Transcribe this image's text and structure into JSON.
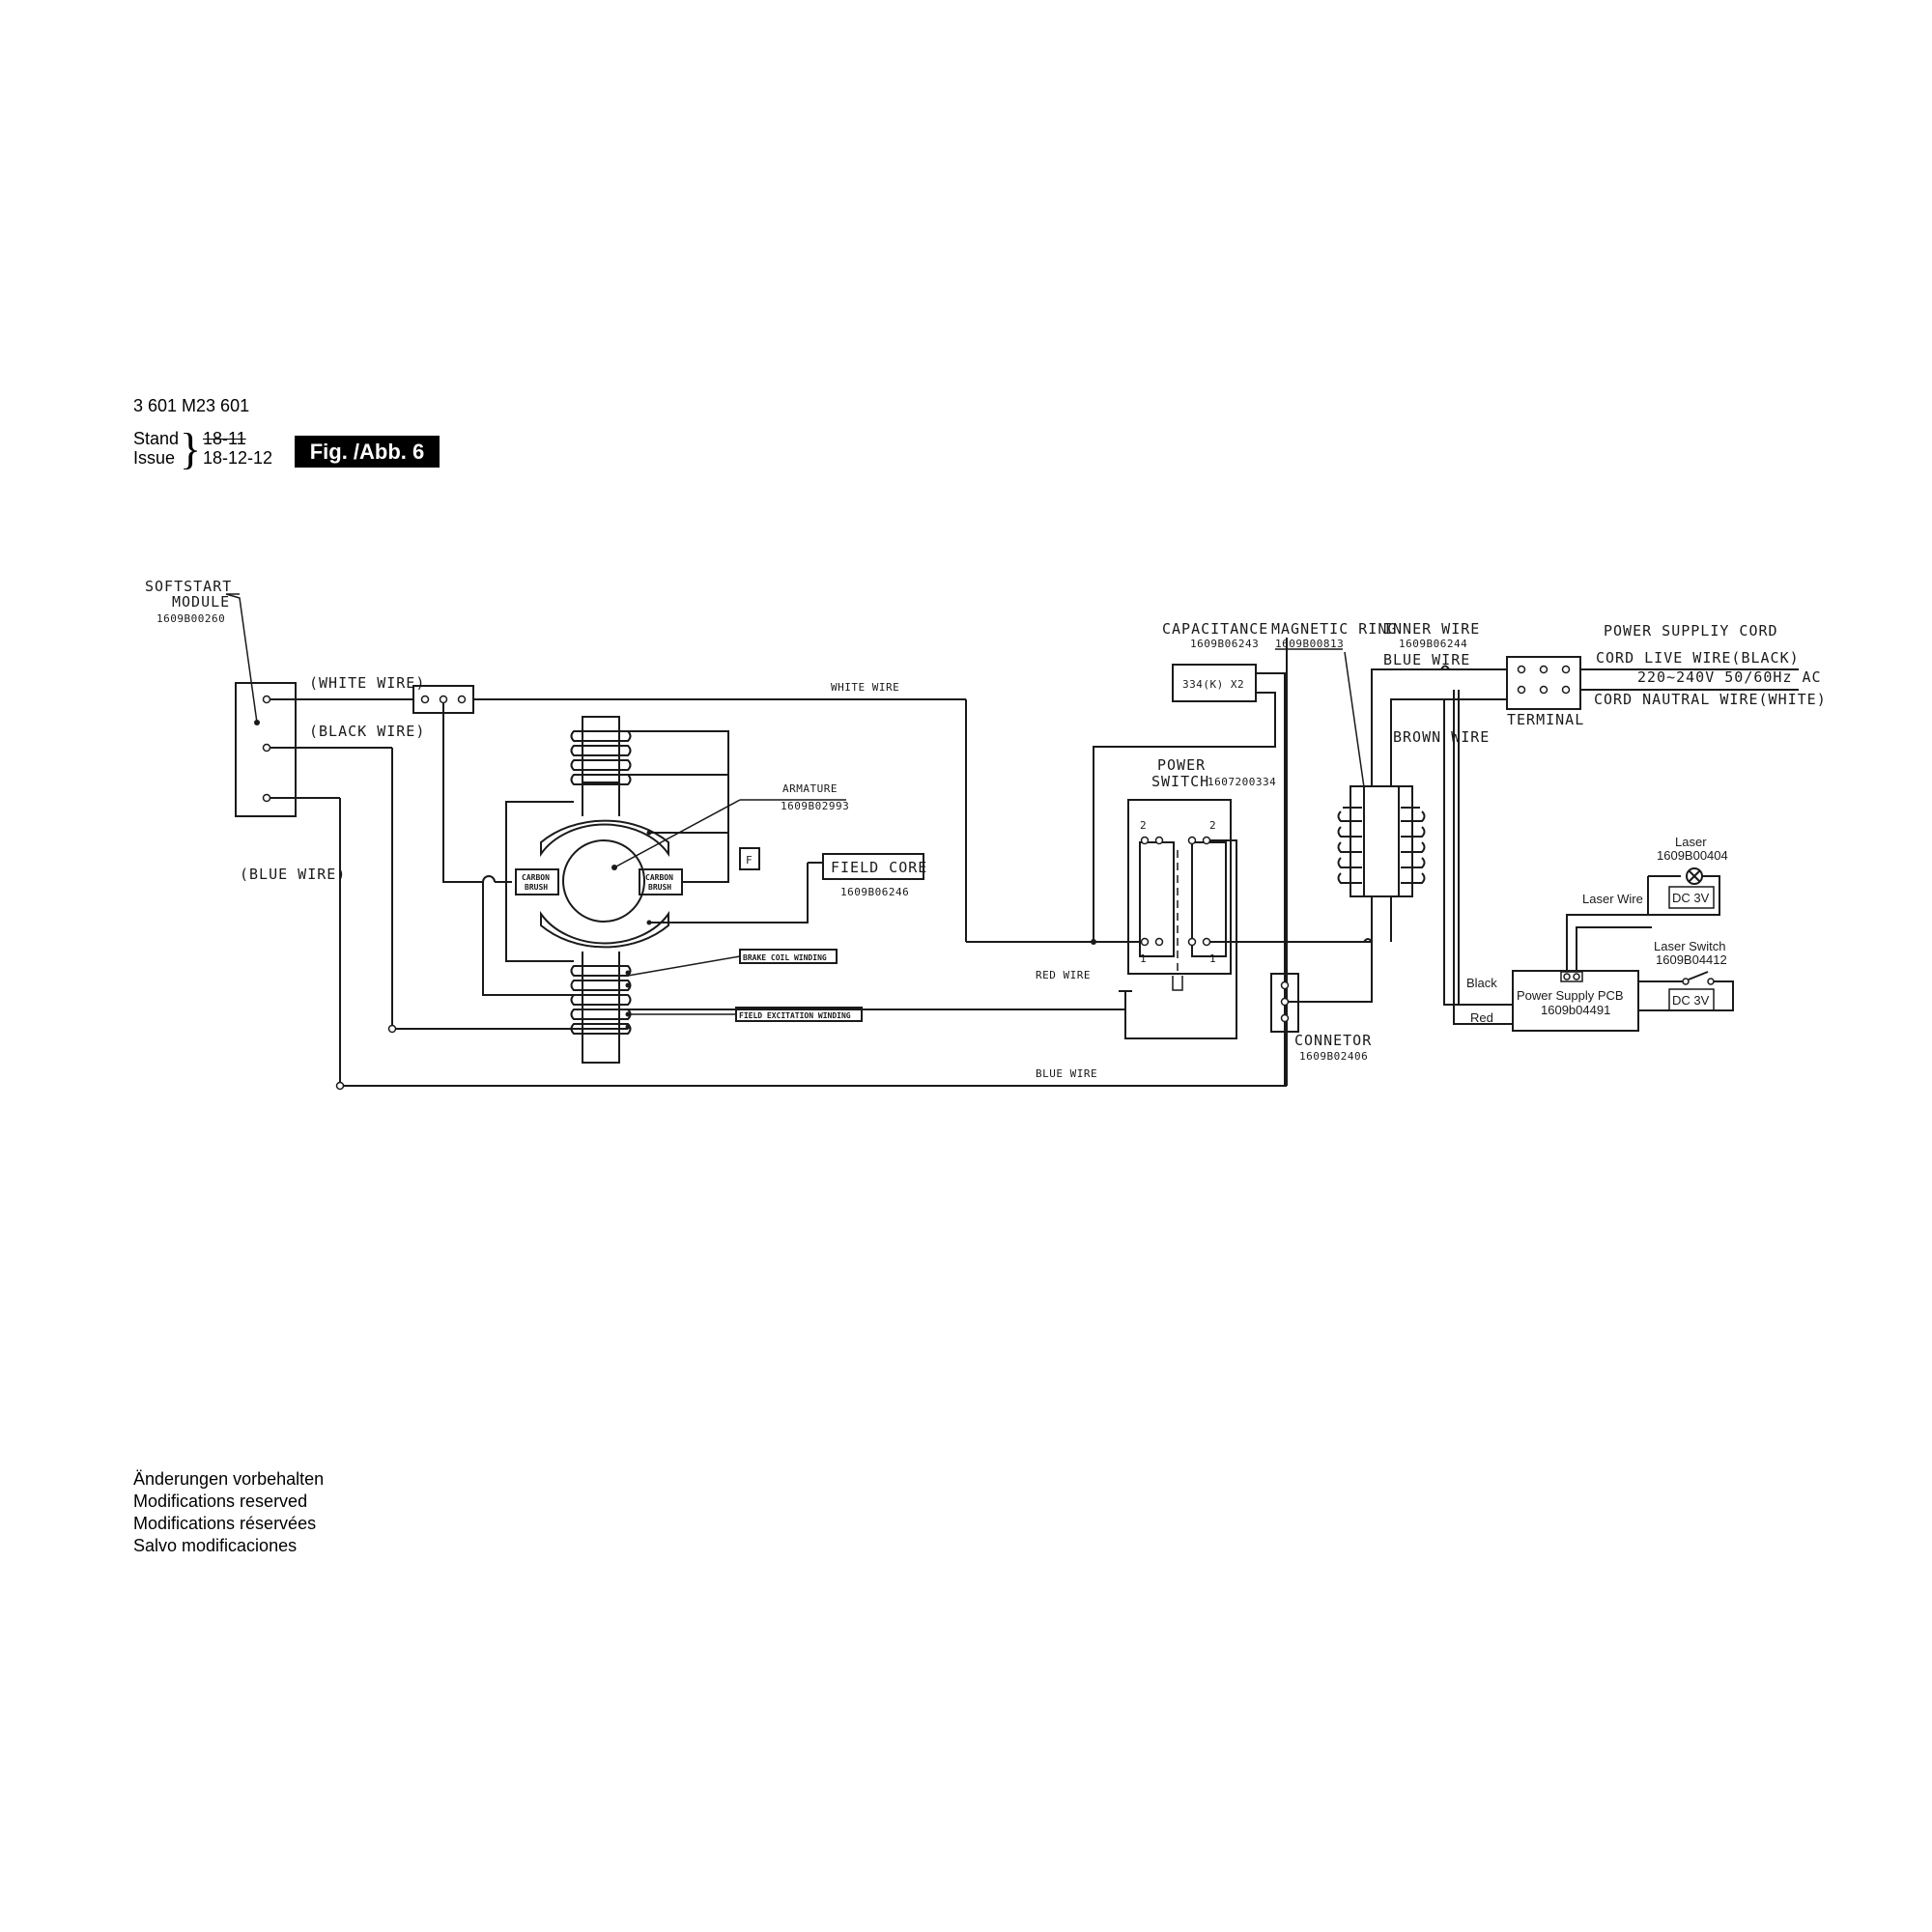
{
  "header": {
    "part_number": "3 601 M23 601",
    "stand_label": "Stand",
    "issue_label": "Issue",
    "stand_old": "18-11",
    "issue_date": "18-12-12",
    "figure": "Fig. /Abb. 6"
  },
  "labels": {
    "softstart_1": "SOFTSTART",
    "softstart_2": "MODULE",
    "softstart_part": "1609B00260",
    "white_wire_paren": "(WHITE WIRE)",
    "black_wire_paren": "(BLACK WIRE)",
    "blue_wire_paren": "(BLUE WIRE)",
    "white_wire": "WHITE WIRE",
    "armature": "ARMATURE",
    "armature_part": "1609B02993",
    "field_core": "FIELD CORE",
    "field_core_part": "1609B06246",
    "f_box": "F",
    "carbon_brush_1": "CARBON",
    "carbon_brush_2": "BRUSH",
    "brake_coil": "BRAKE COIL WINDING",
    "field_excitation": "FIELD EXCITATION WINDING",
    "red_wire": "RED WIRE",
    "blue_wire": "BLUE WIRE",
    "capacitance": "CAPACITANCE",
    "capacitance_part": "1609B06243",
    "cap_value": "334(K) X2",
    "magnetic_ring": "MAGNETIC RING",
    "magnetic_ring_part": "1609B00813",
    "inner_wire": "INNER WIRE",
    "inner_wire_part": "1609B06244",
    "blue_wire_caps": "BLUE WIRE",
    "brown_wire": "BROWN WIRE",
    "power_switch_1": "POWER",
    "power_switch_2": "SWITCH",
    "power_switch_part": "1607200334",
    "switch_pos_2": "2",
    "switch_pos_1": "1",
    "connector": "CONNETOR",
    "connector_part": "1609B02406",
    "power_supply_cord": "POWER SUPPLIY CORD",
    "cord_live": "CORD LIVE WIRE(BLACK)",
    "voltage": "220~240V 50/60Hz AC",
    "cord_neutral": "CORD NAUTRAL WIRE(WHITE)",
    "terminal": "TERMINAL",
    "laser": "Laser",
    "laser_part": "1609B00404",
    "laser_wire": "Laser Wire",
    "dc3v": "DC 3V",
    "laser_switch": "Laser Switch",
    "laser_switch_part": "1609B04412",
    "black": "Black",
    "red": "Red",
    "psu": "Power Supply PCB",
    "psu_part": "1609b04491"
  },
  "footer": {
    "line1": "Änderungen vorbehalten",
    "line2": "Modifications reserved",
    "line3": "Modifications réservées",
    "line4": "Salvo modificaciones"
  }
}
